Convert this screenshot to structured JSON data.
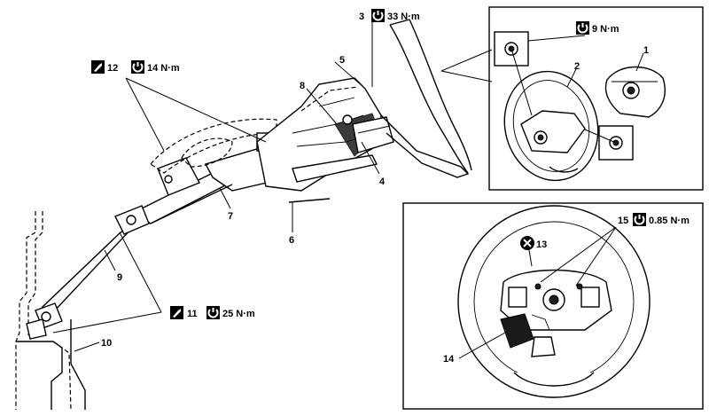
{
  "callouts": {
    "c1": "1",
    "c2": "2",
    "c3": "3",
    "c4": "4",
    "c5": "5",
    "c6": "6",
    "c7": "7",
    "c8": "8",
    "c9": "9",
    "c10": "10",
    "c11": "11",
    "c12": "12",
    "c13": "13",
    "c14": "14",
    "c15": "15"
  },
  "torques": {
    "t3": "33 N·m",
    "t9": "9 N·m",
    "t11": "25 N·m",
    "t12": "14 N·m",
    "t15": "0.85 N·m"
  },
  "icons": {
    "torque": "torque-wrench-icon",
    "grease": "grease-icon",
    "do_not_reuse": "do-not-reuse-icon"
  },
  "colors": {
    "line": "#000000",
    "background": "#ffffff"
  }
}
